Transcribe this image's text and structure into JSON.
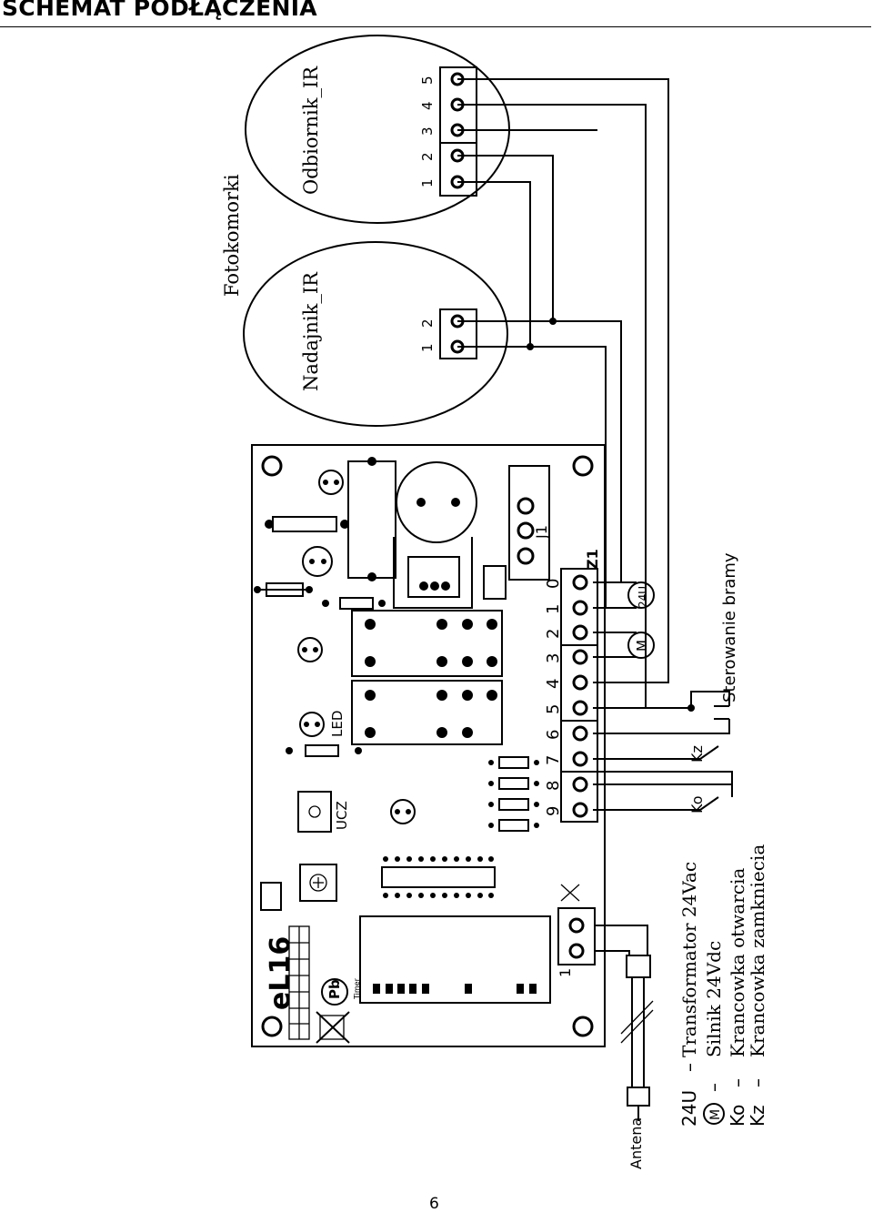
{
  "page": {
    "title": "SCHEMAT PODŁĄCZENIA",
    "number": "6"
  },
  "photocells": {
    "group_label": "Fotokomorki",
    "transmitter": {
      "label": "Nadajnik_IR",
      "pins": [
        "1",
        "2"
      ]
    },
    "receiver": {
      "label": "Odbiornik_IR",
      "pins": [
        "1",
        "2",
        "3",
        "4",
        "5"
      ]
    }
  },
  "board": {
    "name": "eL16",
    "led_label": "LED",
    "learn_label": "UCZ",
    "timer_label": "Timer",
    "z1_label": "Z1",
    "z1_pins": [
      "0",
      "1",
      "2",
      "3",
      "4",
      "5",
      "6",
      "7",
      "8",
      "9"
    ],
    "antenna_pin": "1",
    "control_label": "Sterowanie  bramy"
  },
  "external": {
    "antenna_label": "Antena",
    "motor_symbol": "M",
    "transformer_symbol": "24U",
    "kz_label": "Kz",
    "ko_label": "Ko"
  },
  "legend": [
    {
      "key": "24U",
      "dash": "–",
      "text": "Transformator  24Vac"
    },
    {
      "key": "M",
      "dash": "–",
      "text": "Silnik  24Vdc"
    },
    {
      "key": "Ko",
      "dash": "–",
      "text": "Krancowka  otwarcia"
    },
    {
      "key": "Kz",
      "dash": "–",
      "text": "Krancowka  zamkniecia"
    }
  ]
}
